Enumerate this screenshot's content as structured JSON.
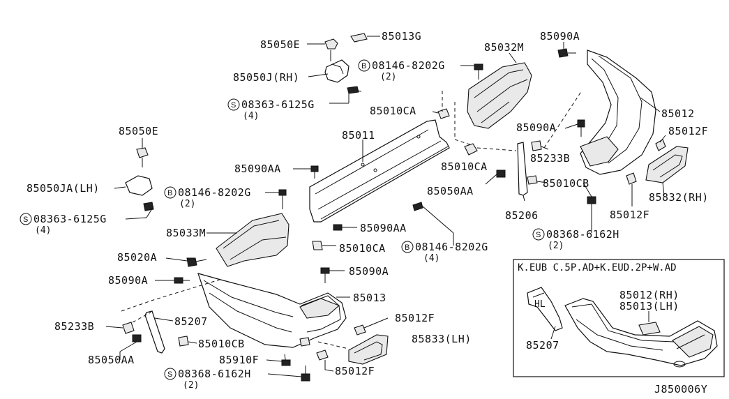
{
  "labels": {
    "p85050E_top": "85050E",
    "p85013G": "85013G",
    "p85050J_RH": "85050J(RH)",
    "p08363_top": "08363-6125G",
    "p08363_top_qty": "(4)",
    "p85032M": "85032M",
    "p08146_top": "08146-8202G",
    "p08146_top_qty": "(2)",
    "p85090A_topright": "85090A",
    "p85012": "85012",
    "p85010CA_a": "85010CA",
    "p85090A_mid": "85090A",
    "p85012F_a": "85012F",
    "p85050E_left": "85050E",
    "p85011": "85011",
    "p85233B_right": "85233B",
    "p85090AA_left": "85090AA",
    "p85010CA_b": "85010CA",
    "p85050JA_LH": "85050JA(LH)",
    "p08146_mid": "08146-8202G",
    "p08146_mid_qty": "(2)",
    "p85050AA_right": "85050AA",
    "p85010CB_right": "85010CB",
    "p85832_RH": "85832(RH)",
    "p08363_left": "08363-6125G",
    "p08363_left_qty": "(4)",
    "p85206": "85206",
    "p85012F_b": "85012F",
    "p85033M": "85033M",
    "p85090AA_mid": "85090AA",
    "p08368_right": "08368-6162H",
    "p08368_right_qty": "(2)",
    "p85020A": "85020A",
    "p85010CA_c": "85010CA",
    "p08146_bot": "08146-8202G",
    "p08146_bot_qty": "(4)",
    "p85090A_left": "85090A",
    "p85090A_bot": "85090A",
    "p85013": "85013",
    "p85233B_left": "85233B",
    "p85207": "85207",
    "p85012F_c": "85012F",
    "p85833_LH": "85833(LH)",
    "p85050AA_left": "85050AA",
    "p85010CB_left": "85010CB",
    "p85910F": "85910F",
    "p85012F_d": "85012F",
    "p08368_bot": "08368-6162H",
    "p08368_bot_qty": "(2)"
  },
  "prefix": {
    "bolt": "B",
    "screw": "S"
  },
  "inset": {
    "title": "K.EUB C.5P.AD+K.EUD.2P+W.AD",
    "p85012_RH": "85012(RH)",
    "p85013_LH": "85013(LH)",
    "p85207": "85207"
  },
  "diagram_id": "J850006Y"
}
